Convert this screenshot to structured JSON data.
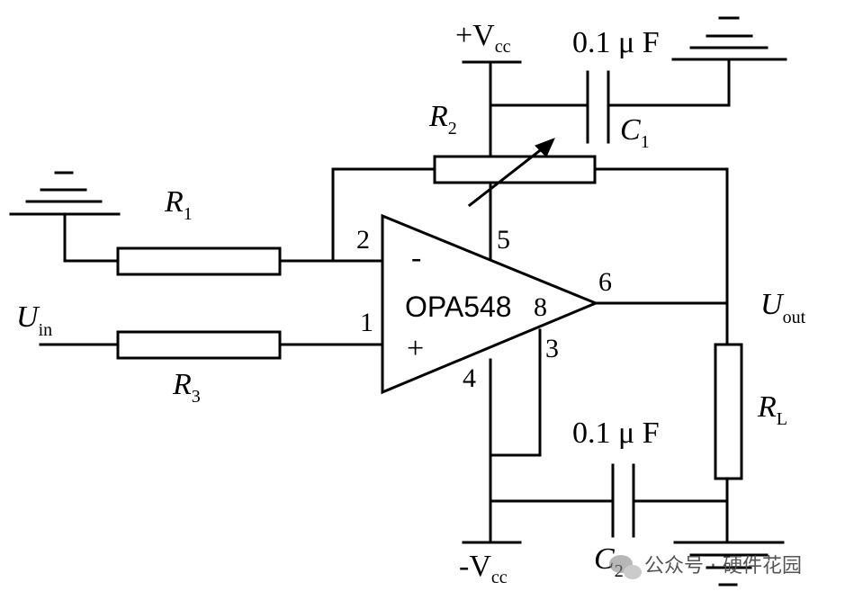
{
  "labels": {
    "vcc_pos": "+V",
    "vcc_pos_sub": "cc",
    "vcc_neg": "-V",
    "vcc_neg_sub": "cc",
    "cap1_value": "0.1 μ F",
    "cap2_value": "0.1 μ F",
    "r1": "R",
    "r1_sub": "1",
    "r2": "R",
    "r2_sub": "2",
    "r3": "R",
    "r3_sub": "3",
    "rl": "R",
    "rl_sub": "L",
    "c1": "C",
    "c1_sub": "1",
    "c2": "C",
    "c2_sub": "2",
    "uin": "U",
    "uin_sub": "in",
    "uout": "U",
    "uout_sub": "out",
    "opamp": "OPA548",
    "minus": "-",
    "plus": "+"
  },
  "pins": {
    "p1": "1",
    "p2": "2",
    "p3": "3",
    "p4": "4",
    "p5": "5",
    "p6": "6",
    "p8": "8"
  },
  "watermark": {
    "text": "公众号 · 硬件花园"
  }
}
